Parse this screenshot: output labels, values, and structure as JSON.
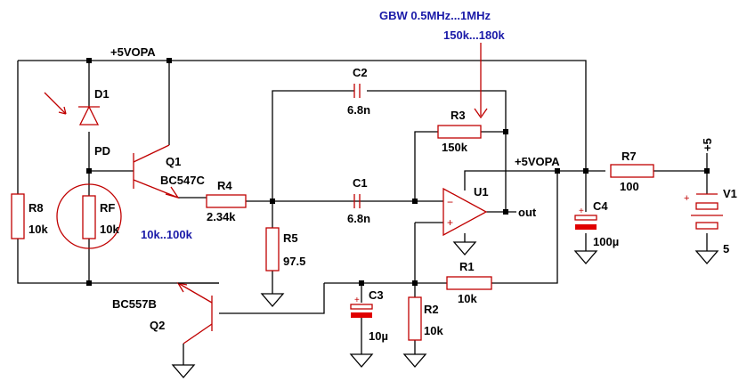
{
  "colors": {
    "wire": "#000000",
    "component": "#c00000",
    "capacitor_electrolytic": "#e00000",
    "annotation": "#1a1aa8",
    "background": "#ffffff"
  },
  "nets": {
    "vopa_top": "+5VOPA",
    "vopa_right": "+5VOPA",
    "out": "out",
    "plus5": "+5"
  },
  "annotations": {
    "gbw": "GBW 0.5MHz...1MHz",
    "r3_range": "150k...180k",
    "rf_range": "10k..100k"
  },
  "components": {
    "D1": {
      "ref": "D1",
      "value": "PD"
    },
    "Q1": {
      "ref": "Q1",
      "value": "BC547C"
    },
    "Q2": {
      "ref": "Q2",
      "value": "BC557B"
    },
    "R1": {
      "ref": "R1",
      "value": "10k"
    },
    "R2": {
      "ref": "R2",
      "value": "10k"
    },
    "R3": {
      "ref": "R3",
      "value": "150k"
    },
    "R4": {
      "ref": "R4",
      "value": "2.34k"
    },
    "R5": {
      "ref": "R5",
      "value": "97.5"
    },
    "R7": {
      "ref": "R7",
      "value": "100"
    },
    "R8": {
      "ref": "R8",
      "value": "10k"
    },
    "RF": {
      "ref": "RF",
      "value": "10k"
    },
    "C1": {
      "ref": "C1",
      "value": "6.8n"
    },
    "C2": {
      "ref": "C2",
      "value": "6.8n"
    },
    "C3": {
      "ref": "C3",
      "value": "10µ"
    },
    "C4": {
      "ref": "C4",
      "value": "100µ"
    },
    "U1": {
      "ref": "U1"
    },
    "V1": {
      "ref": "V1",
      "value": "5"
    }
  },
  "opamp_pins": {
    "minus": "−",
    "plus": "+"
  },
  "polarity": {
    "plus": "+"
  }
}
